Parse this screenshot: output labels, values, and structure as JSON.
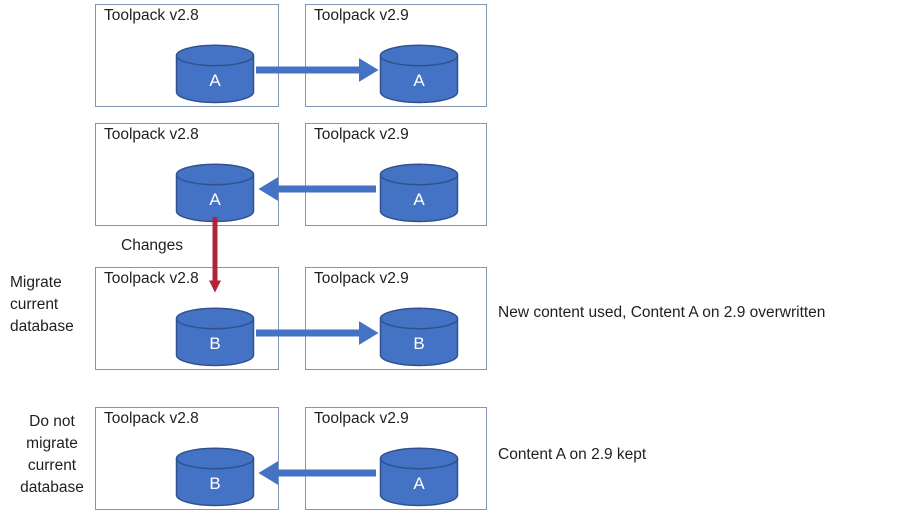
{
  "rows": [
    {
      "left_title": "Toolpack v2.8",
      "left_db": "A",
      "right_title": "Toolpack v2.9",
      "right_db": "A",
      "arrow_direction": "left-to-right"
    },
    {
      "left_title": "Toolpack v2.8",
      "left_db": "A",
      "right_title": "Toolpack v2.9",
      "right_db": "A",
      "arrow_direction": "right-to-left"
    },
    {
      "left_title": "Toolpack v2.8",
      "left_db": "B",
      "right_title": "Toolpack v2.9",
      "right_db": "B",
      "arrow_direction": "left-to-right",
      "scenario_label": "Migrate\ncurrent\ndatabase",
      "note": "New content used, Content A on 2.9 overwritten"
    },
    {
      "left_title": "Toolpack v2.8",
      "left_db": "B",
      "right_title": "Toolpack v2.9",
      "right_db": "A",
      "arrow_direction": "right-to-left",
      "scenario_label": "Do not\nmigrate\ncurrent\ndatabase",
      "note": "Content A on 2.9 kept"
    }
  ],
  "change_arrow_label": "Changes",
  "colors": {
    "cylinder_fill": "#4472c4",
    "cylinder_stroke": "#2f528f",
    "arrow_blue": "#4472c4",
    "arrow_red": "#b02438",
    "box_border": "#8095b3",
    "text": "#1f1f1f"
  }
}
